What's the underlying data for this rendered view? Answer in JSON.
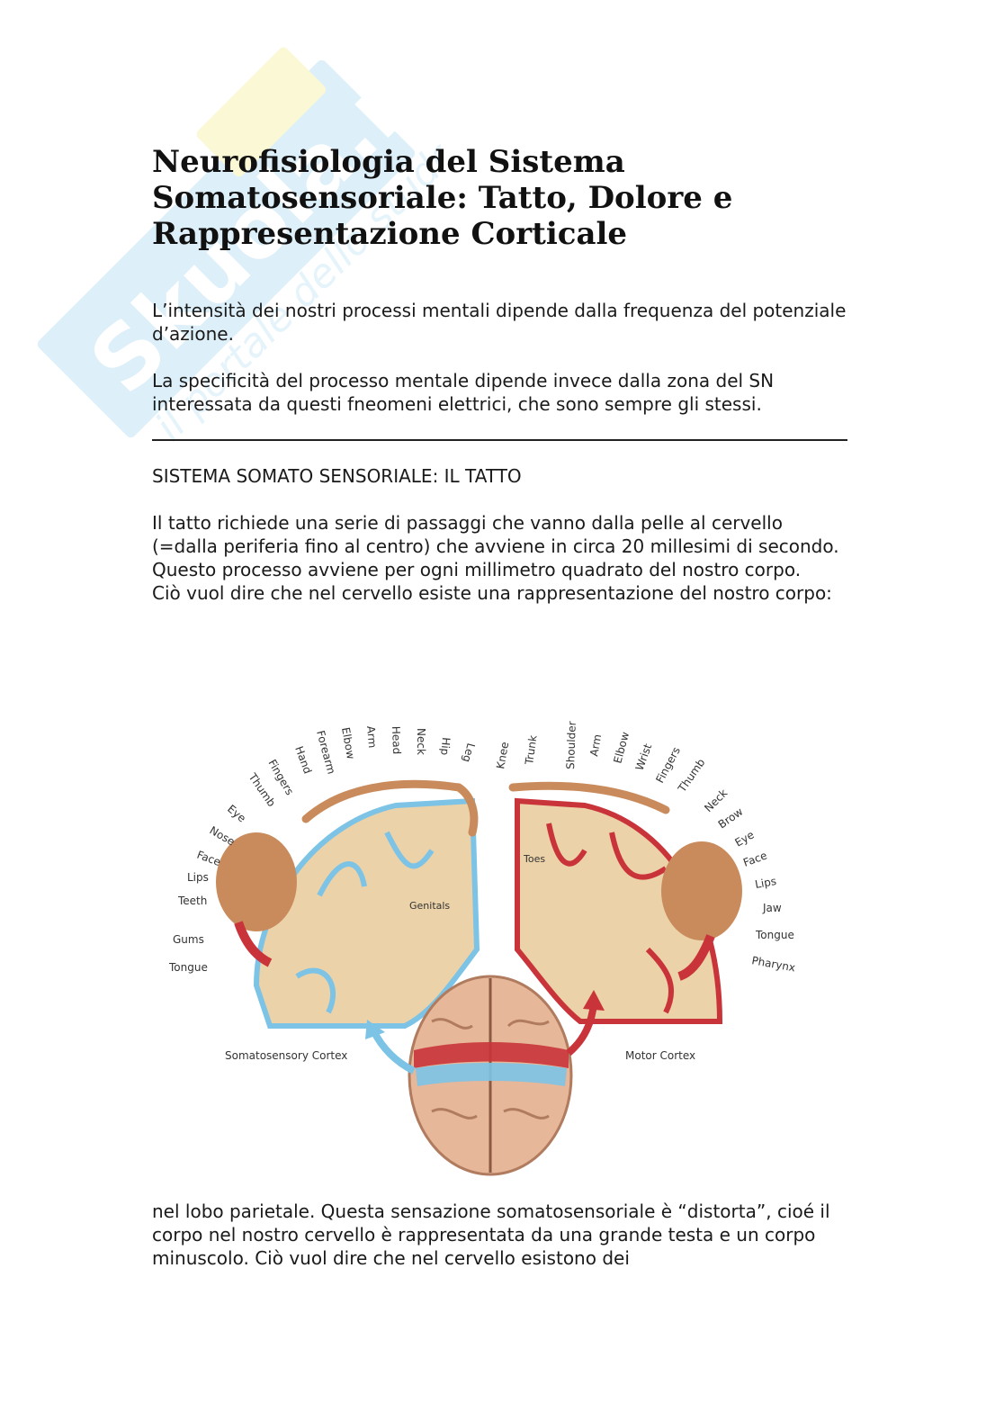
{
  "watermark": {
    "brand": "Skuola.net",
    "slogan": "il portale dello studente"
  },
  "title": "Neurofisiologia del Sistema Somatosensoriale: Tatto, Dolore e Rappresentazione Corticale",
  "paragraphs": {
    "p1": "L’intensità dei nostri processi mentali dipende dalla frequenza del potenziale d’azione.",
    "p2": "La specificità del processo mentale dipende invece dalla zona del SN interessata da questi fneomeni elettrici, che sono sempre gli stessi.",
    "section_heading": "SISTEMA SOMATO SENSORIALE: IL TATTO",
    "p3_line1": "Il tatto richiede una serie di passaggi che vanno dalla pelle al cervello (=dalla periferia fino al centro) che avviene in circa 20 millesimi di secondo.",
    "p3_line2": "Questo processo avviene per ogni millimetro quadrato del nostro corpo.",
    "p3_line3": "Ciò vuol dire che nel cervello esiste una rappresentazione del nostro corpo:",
    "p4": "nel lobo parietale. Questa sensazione somatosensoriale è “distorta”, cioé il corpo nel nostro cervello è rappresentata da una grande testa e un corpo minuscolo. Ciò vuol dire che nel cervello esistono dei"
  },
  "figure": {
    "left_labels": [
      "Tongue",
      "Gums",
      "Teeth",
      "Lips",
      "Face",
      "Nose",
      "Eye",
      "Thumb",
      "Fingers",
      "Hand",
      "Forearm",
      "Elbow",
      "Arm",
      "Head",
      "Neck",
      "Hip",
      "Leg"
    ],
    "left_inner_label": "Genitals",
    "right_labels": [
      "Knee",
      "Trunk",
      "Shoulder",
      "Arm",
      "Elbow",
      "Wrist",
      "Fingers",
      "Thumb",
      "Neck",
      "Brow",
      "Eye",
      "Face",
      "Lips",
      "Jaw",
      "Tongue",
      "Pharynx"
    ],
    "right_inner_label": "Toes",
    "somatosensory_label": "Somatosensory Cortex",
    "motor_label": "Motor Cortex",
    "colors": {
      "somatosensory": "#7cc3e6",
      "motor": "#c9343a",
      "tissue": "#ecd2a8",
      "skin": "#c98b5c"
    }
  }
}
